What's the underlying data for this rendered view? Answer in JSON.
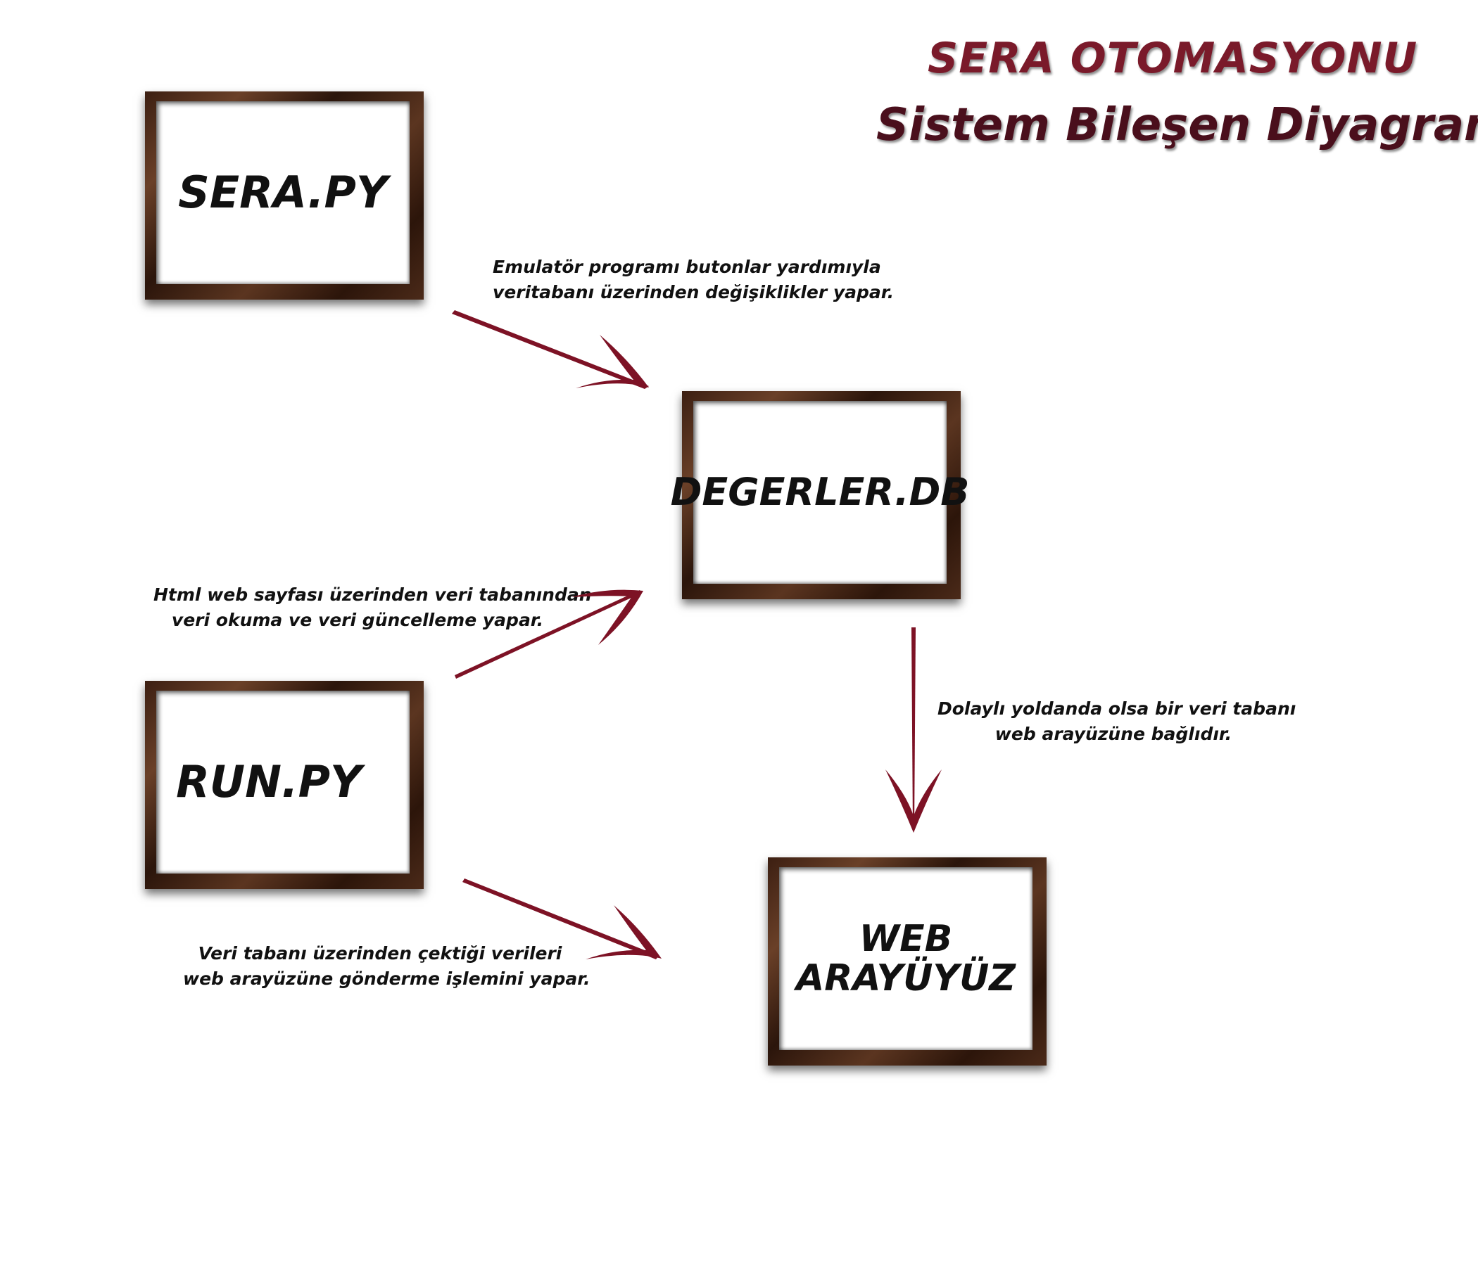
{
  "title": {
    "line1": "SERA OTOMASYONU",
    "line2": "Sistem Bileşen Diyagramı"
  },
  "components": {
    "sera_py": "SERA.PY",
    "degerler_db": "DEGERLER.DB",
    "run_py": "RUN.PY",
    "web_line1": "WEB",
    "web_line2": "ARAYÜYÜZ"
  },
  "notes": {
    "sera_to_db": {
      "line1": "Emulatör programı butonlar yardımıyla",
      "line2": "veritabanı üzerinden değişiklikler yapar."
    },
    "run_to_db": {
      "line1": "Html web sayfası üzerinden veri tabanından",
      "line2": "veri okuma ve veri güncelleme yapar."
    },
    "db_to_web": {
      "line1": "Dolaylı yoldanda olsa bir veri tabanı",
      "line2": "web arayüzüne bağlıdır."
    },
    "run_to_web": {
      "line1": "Veri tabanı üzerinden çektiği verileri",
      "line2": "web arayüzüne gönderme işlemini yapar."
    }
  },
  "colors": {
    "title_accent": "#7a1a2a",
    "title_dark": "#4a0f1c",
    "arrow": "#7d1225",
    "frame_wood": "#4b2a19"
  },
  "icons": {
    "arrow": "curved-arrow-icon"
  }
}
